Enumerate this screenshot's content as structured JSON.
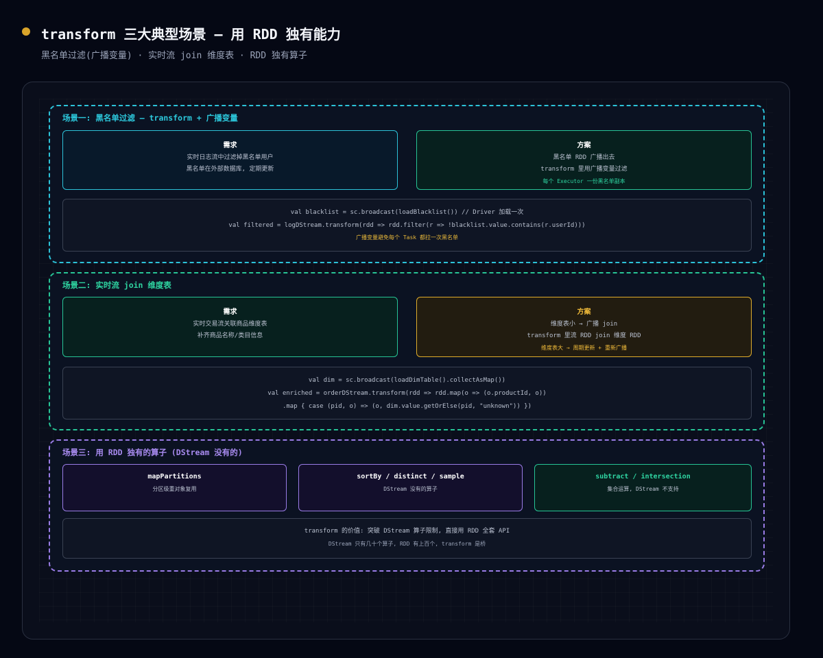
{
  "header": {
    "title": "transform 三大典型场景 — 用 RDD 独有能力",
    "subtitle": "黑名单过滤(广播变量) · 实时流 join 维度表 · RDD 独有算子"
  },
  "scene1": {
    "title": "场景一: 黑名单过滤 — transform + 广播变量",
    "need": {
      "title": "需求",
      "lines": [
        "实时日志流中过滤掉黑名单用户",
        "黑名单在外部数据库, 定期更新"
      ]
    },
    "plan": {
      "title": "方案",
      "lines": [
        "黑名单 RDD 广播出去",
        "transform 里用广播变量过滤"
      ],
      "note": "每个 Executor 一份黑名单副本"
    },
    "code": {
      "lines": [
        "val blacklist = sc.broadcast(loadBlacklist()) // Driver 加载一次",
        "val filtered = logDStream.transform(rdd => rdd.filter(r => !blacklist.value.contains(r.userId)))"
      ],
      "note": "广播变量避免每个 Task 都拉一次黑名单"
    }
  },
  "scene2": {
    "title": "场景二: 实时流 join 维度表",
    "need": {
      "title": "需求",
      "lines": [
        "实时交易流关联商品维度表",
        "补齐商品名称/类目信息"
      ]
    },
    "plan": {
      "title": "方案",
      "lines": [
        "维度表小 → 广播 join",
        "transform 里流 RDD join 维度 RDD"
      ],
      "note": "维度表大 → 周期更新 + 重新广播"
    },
    "code": {
      "lines": [
        "val dim = sc.broadcast(loadDimTable().collectAsMap())",
        "val enriched = orderDStream.transform(rdd => rdd.map(o => (o.productId, o))",
        ".map { case (pid, o) => (o, dim.value.getOrElse(pid, \"unknown\")) })"
      ]
    }
  },
  "scene3": {
    "title": "场景三: 用 RDD 独有的算子 (DStream 没有的)",
    "ops": [
      {
        "title": "mapPartitions",
        "desc": "分区级重对象复用"
      },
      {
        "title": "sortBy / distinct / sample",
        "desc": "DStream 没有的算子"
      },
      {
        "title": "subtract / intersection",
        "desc": "集合运算, DStream 不支持"
      }
    ],
    "value": {
      "title": "transform 的价值: 突破 DStream 算子限制, 直接用 RDD 全套 API",
      "desc": "DStream 只有几十个算子, RDD 有上百个, transform 是桥"
    }
  },
  "colors": {
    "cyan": "#2cc3d9",
    "green": "#27c596",
    "amber": "#e0ad2c",
    "purple": "#9a7ce6",
    "accent_dot": "#d9a42a"
  }
}
